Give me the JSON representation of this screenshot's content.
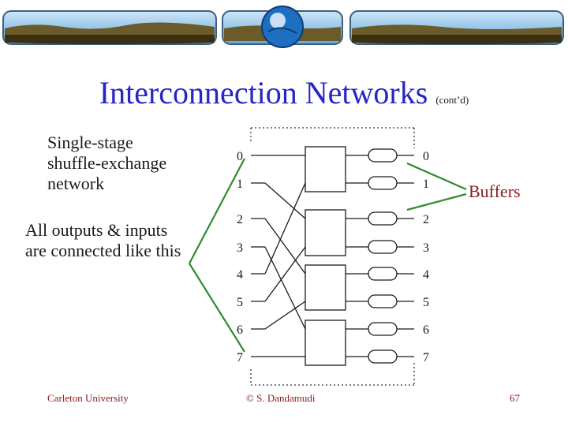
{
  "title": {
    "main": "Interconnection Networks",
    "sub": "(cont’d)"
  },
  "left_text": {
    "block1": [
      "Single-stage",
      "shuffle-exchange",
      "network"
    ],
    "block2": [
      "All outputs & inputs",
      "are connected like this"
    ]
  },
  "callout": {
    "buffers": "Buffers"
  },
  "inputs": [
    "0",
    "1",
    "2",
    "3",
    "4",
    "5",
    "6",
    "7"
  ],
  "outputs": [
    "0",
    "1",
    "2",
    "3",
    "4",
    "5",
    "6",
    "7"
  ],
  "footer": {
    "left": "Carleton University",
    "center": "© S. Dandamudi",
    "right": "67"
  },
  "colors": {
    "title": "#2525c8",
    "body_text": "#1a1a1a",
    "accent_text": "#8b1a1a",
    "arrows": "#2e8b2e"
  }
}
